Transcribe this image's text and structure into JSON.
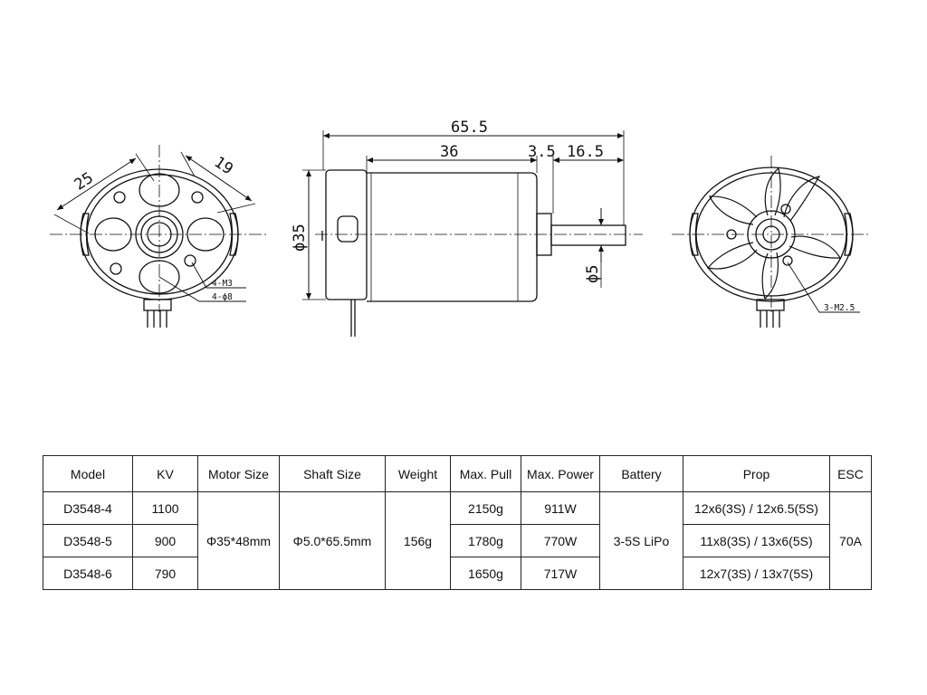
{
  "drawing": {
    "front_view": {
      "dim_left": "25",
      "dim_right": "19",
      "label_screw": "4-M3",
      "label_hole": "4-ϕ8"
    },
    "side_view": {
      "dim_total": "65.5",
      "dim_body": "36",
      "dim_gap": "3.5",
      "dim_shaft": "16.5",
      "dim_diameter": "ϕ35",
      "dim_shaft_diameter": "ϕ5"
    },
    "rear_view": {
      "label_screw": "3-M2.5"
    }
  },
  "table": {
    "headers": [
      "Model",
      "KV",
      "Motor Size",
      "Shaft Size",
      "Weight",
      "Max. Pull",
      "Max. Power",
      "Battery",
      "Prop",
      "ESC"
    ],
    "shared": {
      "motor_size": "Φ35*48mm",
      "shaft_size": "Φ5.0*65.5mm",
      "weight": "156g",
      "battery": "3-5S LiPo",
      "esc": "70A"
    },
    "rows": [
      {
        "model": "D3548-4",
        "kv": "1100",
        "max_pull": "2150g",
        "max_power": "911W",
        "prop": "12x6(3S) / 12x6.5(5S)"
      },
      {
        "model": "D3548-5",
        "kv": "900",
        "max_pull": "1780g",
        "max_power": "770W",
        "prop": "11x8(3S) / 13x6(5S)"
      },
      {
        "model": "D3548-6",
        "kv": "790",
        "max_pull": "1650g",
        "max_power": "717W",
        "prop": "12x7(3S) / 13x7(5S)"
      }
    ]
  }
}
